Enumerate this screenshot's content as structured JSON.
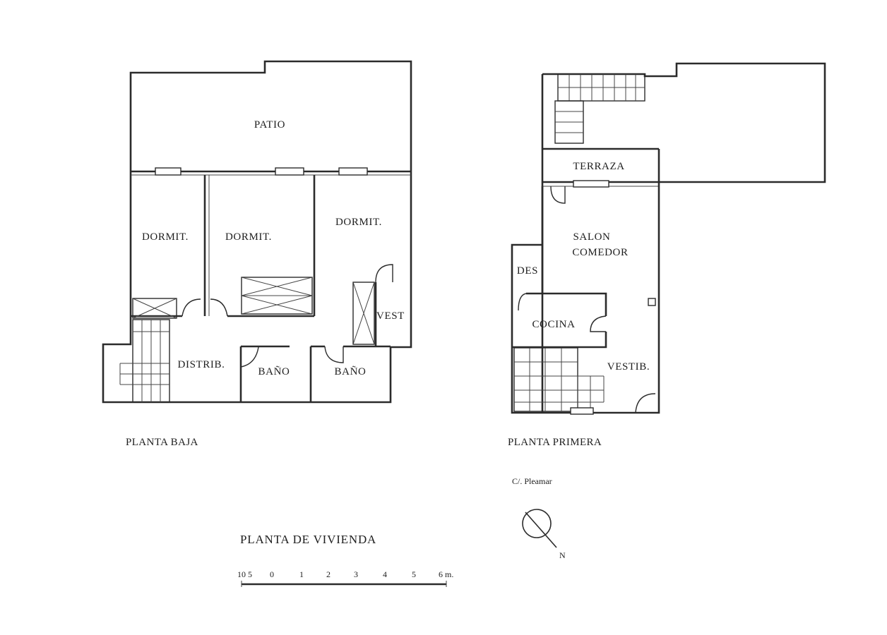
{
  "plans": {
    "ground_floor": {
      "caption": "PLANTA BAJA",
      "rooms": {
        "patio": "PATIO",
        "dormit_1": "DORMIT.",
        "dormit_2": "DORMIT.",
        "dormit_3": "DORMIT.",
        "vest": "VEST",
        "distrib": "DISTRIB.",
        "bano_1": "BAÑO",
        "bano_2": "BAÑO"
      }
    },
    "first_floor": {
      "caption": "PLANTA PRIMERA",
      "street": "C/. Pleamar",
      "rooms": {
        "terraza": "TERRAZA",
        "salon": "SALON",
        "comedor": "COMEDOR",
        "des": "DES",
        "cocina": "COCINA",
        "vestib": "VESTIB."
      }
    }
  },
  "title": "PLANTA DE VIVIENDA",
  "scale_bar": {
    "ticks": [
      "10 5",
      "0",
      "1",
      "2",
      "3",
      "4",
      "5",
      "6 m."
    ]
  },
  "north_arrow": {
    "letter": "N"
  }
}
